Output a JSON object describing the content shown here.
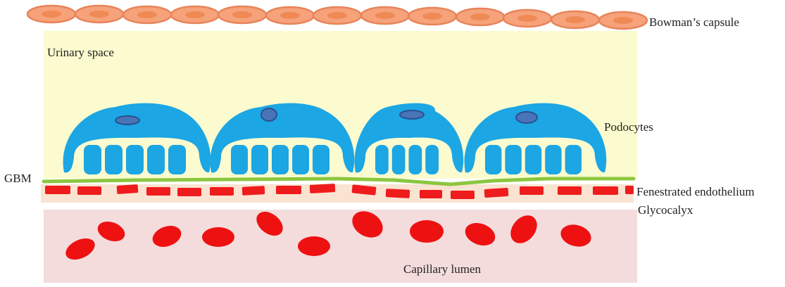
{
  "labels": {
    "bowmans_capsule": "Bowman’s capsule",
    "urinary_space": "Urinary space",
    "podocytes": "Podocytes",
    "gbm": "GBM",
    "fenestrated_endothelium": "Fenestrated endothelium",
    "glycocalyx": "Glycocalyx",
    "capillary_lumen": "Capillary lumen"
  },
  "colors": {
    "capsule_cell": "#f6a27a",
    "capsule_outline": "#e8845a",
    "capsule_nucleus": "#f08a55",
    "urinary_space": "#fbfbcf",
    "podocyte": "#1ca6e4",
    "podocyte_nucleus": "#4a74b8",
    "podocyte_nucleus_outline": "#2a4f8e",
    "gbm": "#8cc63f",
    "endothelium": "#ee1c1c",
    "glycocalyx": "#fbe3d2",
    "capillary_lumen": "#f4dcdc",
    "rbc": "#ee1111"
  }
}
